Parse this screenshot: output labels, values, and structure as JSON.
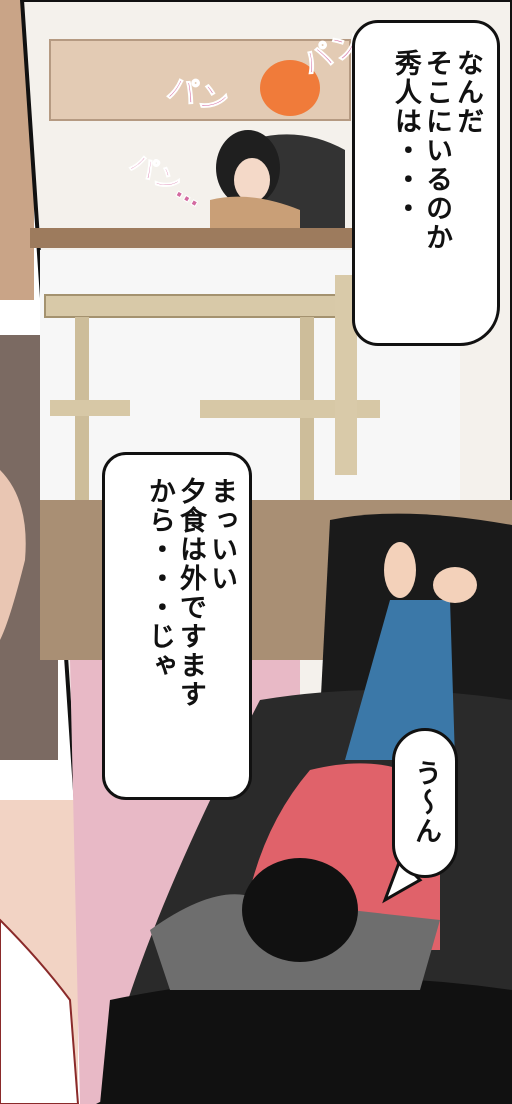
{
  "sfx": {
    "pan_1": "パン",
    "pan_2": "パン",
    "pan_3": "パン…"
  },
  "speech": {
    "top_right": "なんだ\nそこにいるのか\n秀人は・・・",
    "middle": "まっいい\n夕食は外ですます\nから・・・じゃ",
    "small": "う～ん"
  },
  "colors": {
    "panel_border": "#111111",
    "sfx_pink": "#d36aa0",
    "rug_pink": "#e8b9c6",
    "floor_brown": "#a98f74",
    "sofa_black": "#1a1a1a",
    "shirt_red": "#e0626a",
    "jeans_blue": "#3b78a8"
  }
}
